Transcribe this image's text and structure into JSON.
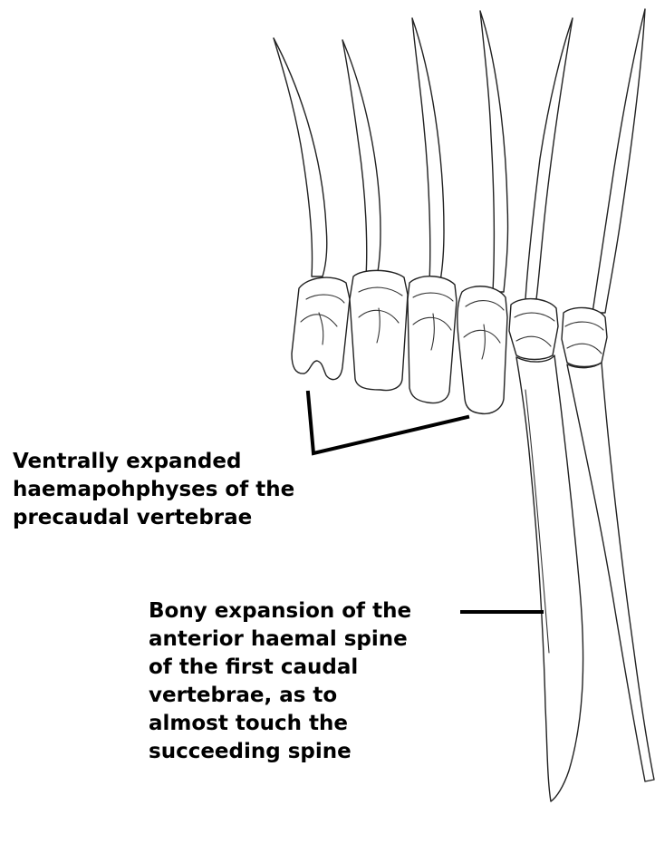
{
  "annotations": {
    "precaudal": {
      "lines": [
        "Ventrally expanded",
        "haemapohphyses of the",
        "precaudal vertebrae"
      ]
    },
    "caudal": {
      "lines": [
        "Bony expansion of the",
        "anterior haemal spine",
        "of the first caudal",
        "vertebrae, as to",
        "almost touch the",
        "succeeding spine"
      ]
    }
  }
}
